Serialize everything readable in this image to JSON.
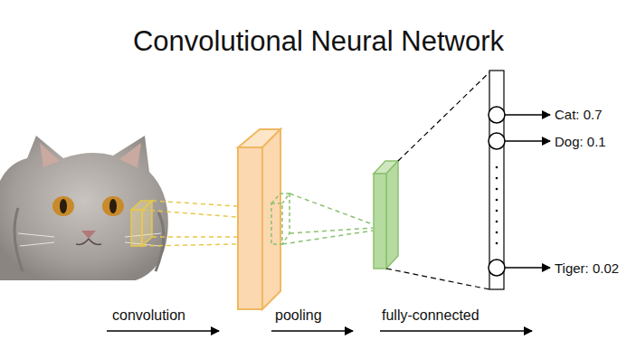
{
  "diagram": {
    "title": "Convolutional Neural Network",
    "labels": [
      "Cat: 0.7",
      "Dog: 0.1",
      "Tiger: 0.02",
      "convolution",
      "pooling",
      "fully-connected"
    ]
  }
}
